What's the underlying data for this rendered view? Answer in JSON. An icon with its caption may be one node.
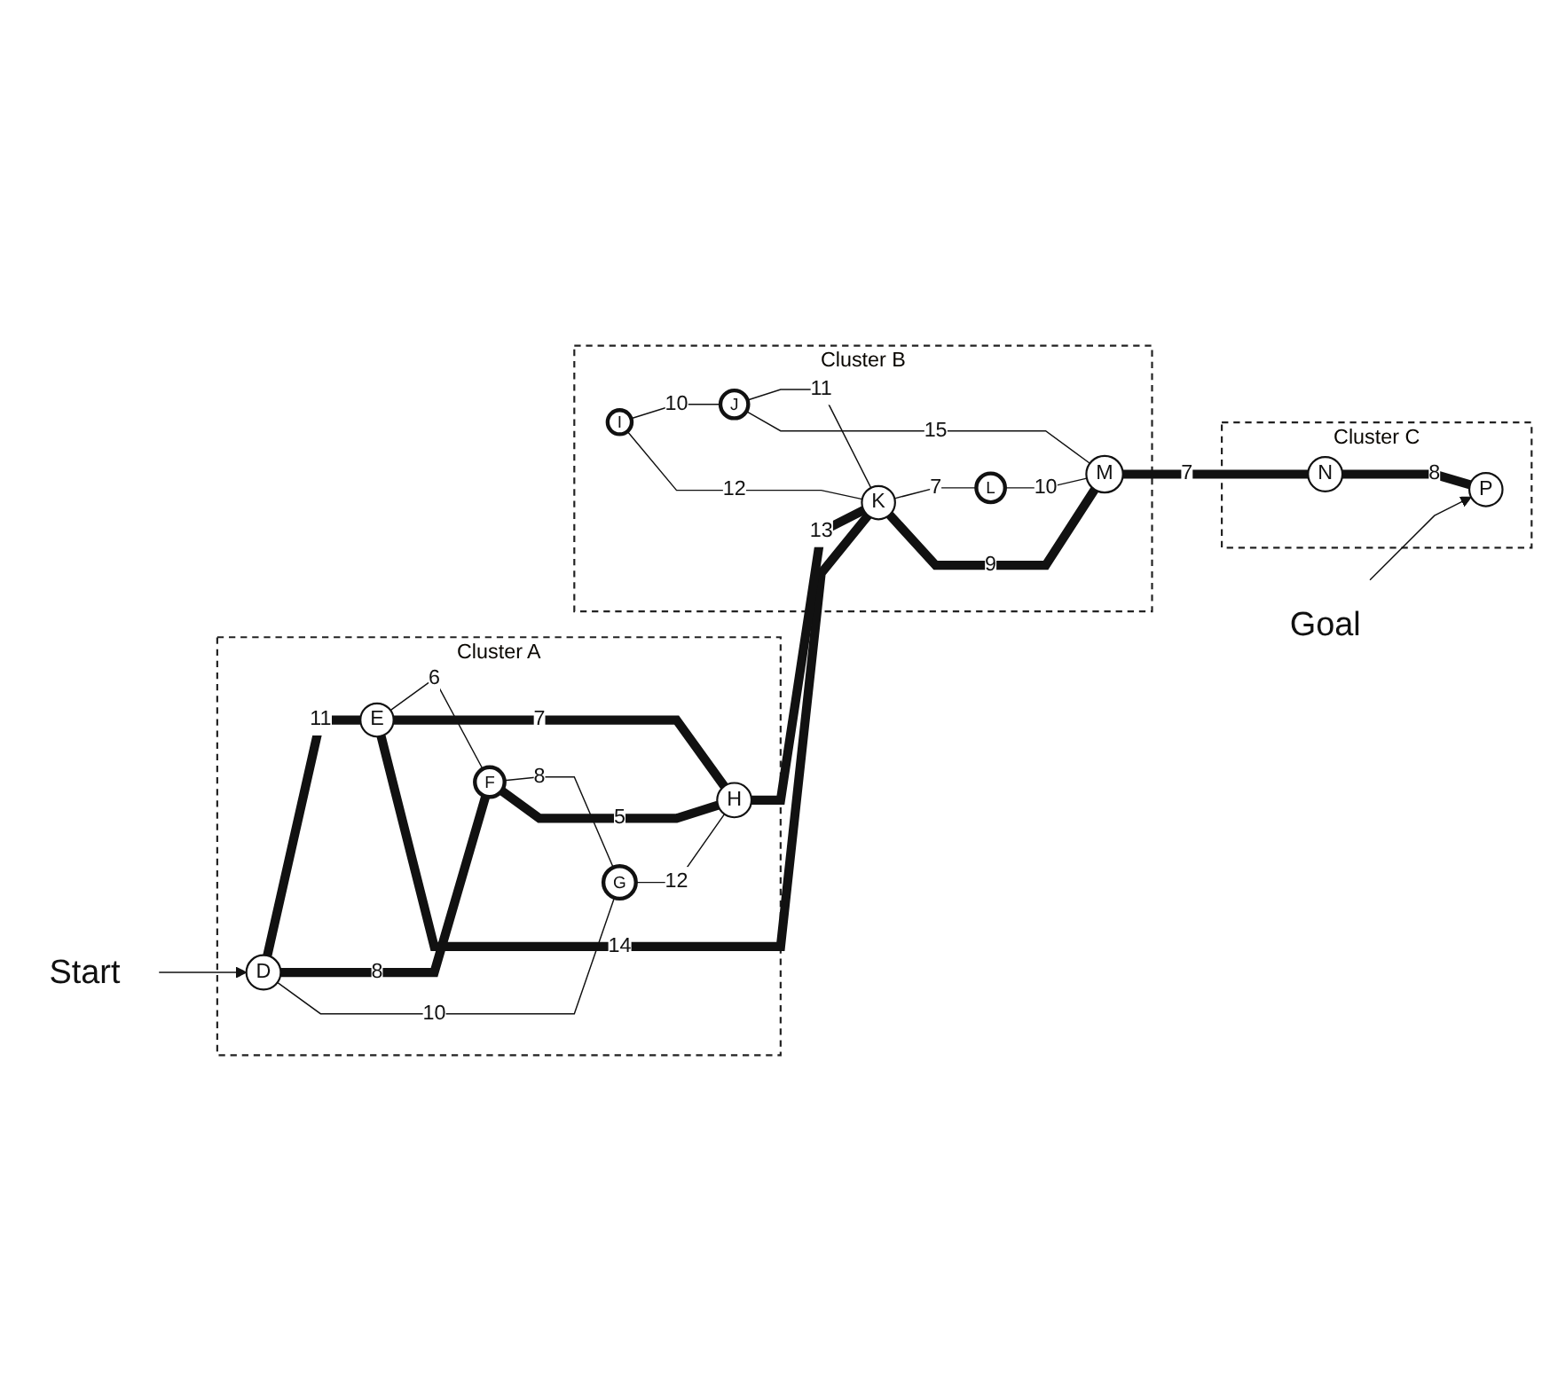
{
  "diagram": {
    "nodes": [
      {
        "text": [
          "Start"
        ]
      },
      {
        "text": [
          "Cluster A"
        ]
      },
      {
        "text": [
          "D"
        ],
        "in": 1
      },
      {
        "text": [
          "E"
        ],
        "in": 1
      },
      {
        "text": [
          "F"
        ],
        "in": 1
      },
      {
        "text": [
          "G"
        ],
        "in": 1
      },
      {
        "text": [
          "H"
        ],
        "in": 1
      },
      {
        "text": [
          "Cluster B"
        ]
      },
      {
        "text": [
          "I"
        ],
        "in": 7
      },
      {
        "text": [
          "J"
        ],
        "in": 7
      },
      {
        "text": [
          "K"
        ],
        "in": 7
      },
      {
        "text": [
          "L"
        ],
        "in": 7
      },
      {
        "text": [
          "M"
        ],
        "in": 7
      },
      {
        "text": [
          "Cluster C"
        ]
      },
      {
        "text": [
          "P"
        ],
        "in": 13
      },
      {
        "text": [
          "N"
        ],
        "in": 13
      },
      {
        "text": [
          "Goal"
        ]
      }
    ],
    "edges": [
      {
        "from": 0,
        "to": 2,
        "arrow": "to"
      },
      {
        "from": 2,
        "to": 3,
        "arrow": "none",
        "label": "11",
        "style": "thick"
      },
      {
        "from": 2,
        "to": 4,
        "arrow": "none",
        "label": "8",
        "style": "thick"
      },
      {
        "from": 2,
        "to": 5,
        "arrow": "none",
        "label": "10"
      },
      {
        "from": 3,
        "to": 4,
        "arrow": "none",
        "label": "6"
      },
      {
        "from": 4,
        "to": 5,
        "arrow": "none",
        "label": "8"
      },
      {
        "from": 4,
        "to": 6,
        "arrow": "none",
        "label": "5",
        "style": "thick"
      },
      {
        "from": 3,
        "to": 6,
        "arrow": "none",
        "label": "7",
        "style": "thick"
      },
      {
        "from": 5,
        "to": 6,
        "arrow": "none",
        "label": "12"
      },
      {
        "from": 3,
        "to": 10,
        "arrow": "none",
        "label": "14",
        "style": "thick"
      },
      {
        "from": 6,
        "to": 10,
        "arrow": "none",
        "label": "13",
        "style": "thick"
      },
      {
        "from": 8,
        "to": 9,
        "arrow": "none",
        "label": "10"
      },
      {
        "from": 8,
        "to": 10,
        "arrow": "none",
        "label": "12"
      },
      {
        "from": 9,
        "to": 10,
        "arrow": "none",
        "label": "11"
      },
      {
        "from": 9,
        "to": 12,
        "arrow": "none",
        "label": "15"
      },
      {
        "from": 10,
        "to": 11,
        "arrow": "none",
        "label": "7"
      },
      {
        "from": 11,
        "to": 12,
        "arrow": "none",
        "label": "10"
      },
      {
        "from": 10,
        "to": 12,
        "arrow": "none",
        "label": "9",
        "style": "thick"
      },
      {
        "from": 12,
        "to": 15,
        "arrow": "none",
        "label": "7",
        "style": "thick"
      },
      {
        "from": 15,
        "to": 14,
        "arrow": "none",
        "label": "8",
        "style": "thick"
      },
      {
        "from": 16,
        "to": 14,
        "arrow": "to"
      }
    ]
  }
}
